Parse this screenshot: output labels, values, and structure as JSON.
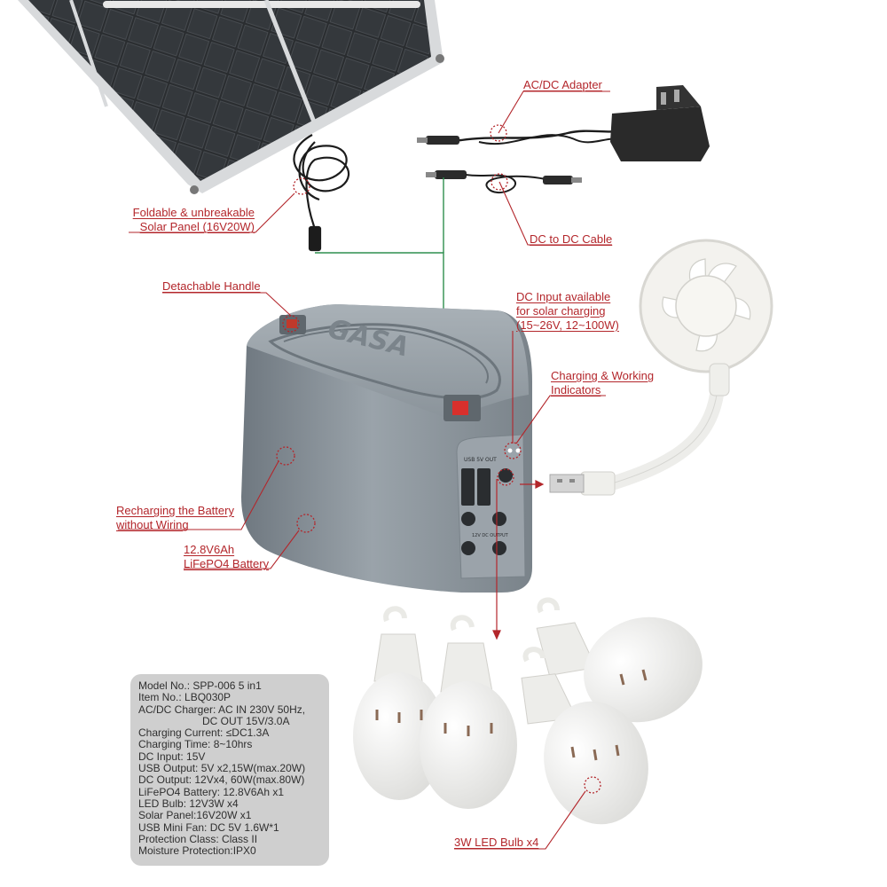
{
  "brand": {
    "logo_text": "GASA"
  },
  "callouts": {
    "ac_dc_adapter": "AC/DC Adapter",
    "dc_to_dc_cable": "DC to DC Cable",
    "solar_panel": [
      "Foldable & unbreakable",
      "Solar Panel (16V20W)"
    ],
    "detachable_handle": "Detachable Handle",
    "dc_input": [
      "DC Input available",
      "for solar charging",
      "(15~26V,  12~100W)"
    ],
    "indicators": [
      "Charging & Working",
      "Indicators"
    ],
    "wireless_recharge": [
      "Recharging the Battery",
      "without Wiring"
    ],
    "battery": [
      "12.8V6Ah",
      "LiFePO4 Battery"
    ],
    "bulbs": "3W LED Bulb x4"
  },
  "ports": {
    "usb_label": "USB 5V OUT",
    "dc_label": "12V DC OUTPUT"
  },
  "specs": [
    "Model No.: SPP-006 5 in1",
    "Item No.: LBQ030P",
    "AC/DC Charger: AC IN 230V 50Hz,",
    "DC OUT 15V/3.0A",
    "Charging Current: ≤DC1.3A",
    "Charging Time: 8~10hrs",
    "DC Input: 15V",
    "USB Output: 5V x2,15W(max.20W)",
    "DC Output: 12Vx4, 60W(max.80W)",
    "LiFePO4 Battery: 12.8V6Ah x1",
    "LED Bulb: 12V3W x4",
    "Solar Panel:16V20W x1",
    "USB Mini Fan: DC 5V 1.6W*1",
    "Protection Class: Class II",
    "Moisture Protection:IPX0"
  ],
  "colors": {
    "accent_red": "#b3262b",
    "wire_green": "#2f8f4e",
    "body_gray": "#8a949c",
    "card_gray": "#cfcfcf"
  }
}
